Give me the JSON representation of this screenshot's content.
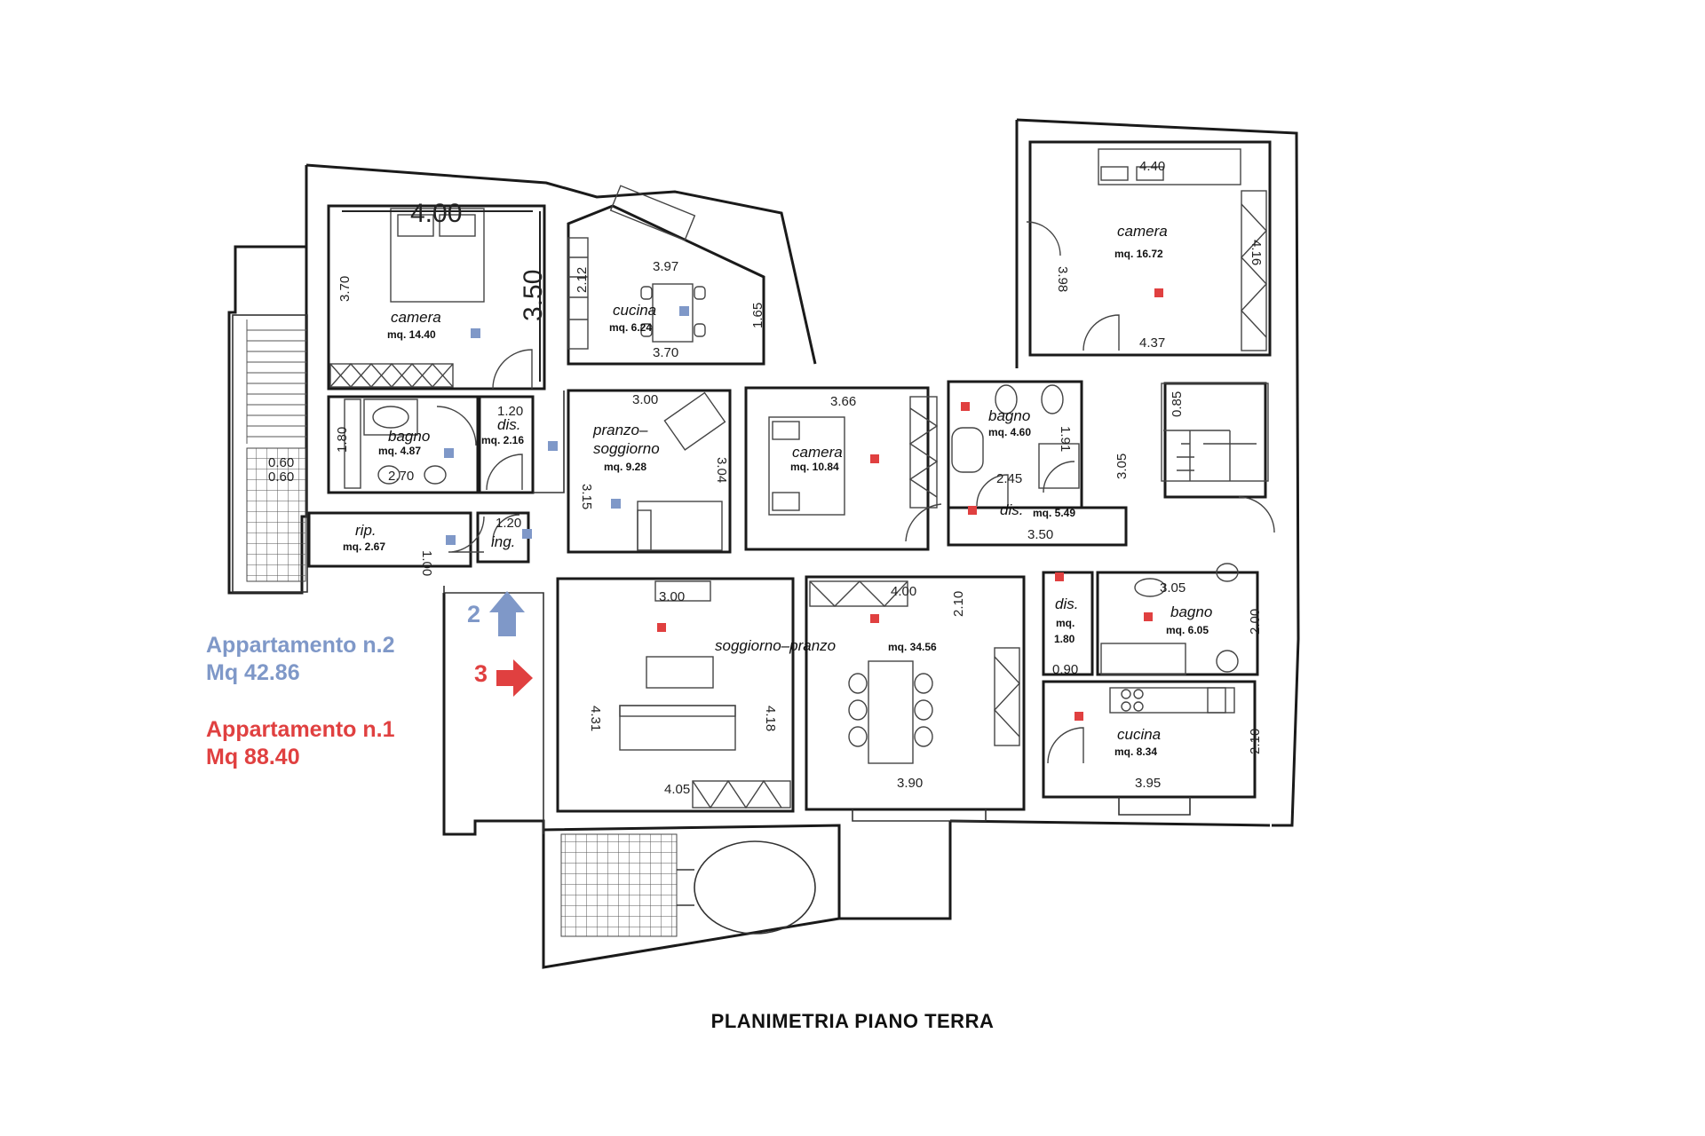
{
  "title": "PLANIMETRIA PIANO TERRA",
  "colors": {
    "apartment_2": "#7f98c8",
    "apartment_1": "#e04040"
  },
  "legend": {
    "apartment_2": {
      "name": "Appartamento n.2",
      "area": "Mq 42.86"
    },
    "apartment_1": {
      "name": "Appartamento n.1",
      "area": "Mq 88.40"
    }
  },
  "entries": {
    "apt2": "2",
    "apt1": "3"
  },
  "rooms": {
    "camera_a": {
      "name": "camera",
      "area": "mq. 14.40"
    },
    "cucina_a": {
      "name": "cucina",
      "area": "mq. 6.24"
    },
    "bagno_a": {
      "name": "bagno",
      "area": "mq. 4.87"
    },
    "dis_a": {
      "name": "dis.",
      "area": "mq. 2.16"
    },
    "pranzo_soggiorno": {
      "name": "pranzo–\nsoggiorno",
      "name1": "pranzo–",
      "name2": "soggiorno",
      "area": "mq. 9.28"
    },
    "rip": {
      "name": "rip.",
      "area": "mq. 2.67"
    },
    "ing": {
      "name": "ing."
    },
    "camera_b": {
      "name": "camera",
      "area": "mq. 10.84"
    },
    "camera_c": {
      "name": "camera",
      "area": "mq. 16.72"
    },
    "bagno_b": {
      "name": "bagno",
      "area": "mq. 4.60"
    },
    "dis_b": {
      "name": "dis.",
      "area": "mq. 5.49"
    },
    "soggiorno_pranzo": {
      "name": "soggiorno–pranzo",
      "area": "mq. 34.56"
    },
    "dis_c": {
      "name": "dis.",
      "area1": "mq.",
      "area2": "1.80"
    },
    "bagno_c": {
      "name": "bagno",
      "area": "mq. 6.05"
    },
    "cucina_b": {
      "name": "cucina",
      "area": "mq. 8.34"
    }
  },
  "dimensions": {
    "d400": "4.00",
    "d350": "3.50",
    "d370a": "3.70",
    "d397": "3.97",
    "d212": "2.12",
    "d165": "1.65",
    "d370b": "3.70",
    "d120a": "1.20",
    "d180": "1.80",
    "d060a": "0.60",
    "d060b": "0.60",
    "d270": "2.70",
    "d300": "3.00",
    "d315": "3.15",
    "d304": "3.04",
    "d366": "3.66",
    "d100": "1.00",
    "d120b": "1.20",
    "d440": "4.40",
    "d398": "3.98",
    "d437": "4.37",
    "d416": "4.16",
    "d085": "0.85",
    "d191": "1.91",
    "d245": "2.45",
    "d305": "3.05",
    "d350b": "3.50",
    "d400b": "4.00",
    "d210a": "2.10",
    "d431": "4.31",
    "d418": "4.18",
    "d405": "4.05",
    "d390": "3.90",
    "d090": "0.90",
    "d305b": "3.05",
    "d200": "2.00",
    "d210b": "2.10",
    "d395": "3.95",
    "d300b": "3.00"
  }
}
